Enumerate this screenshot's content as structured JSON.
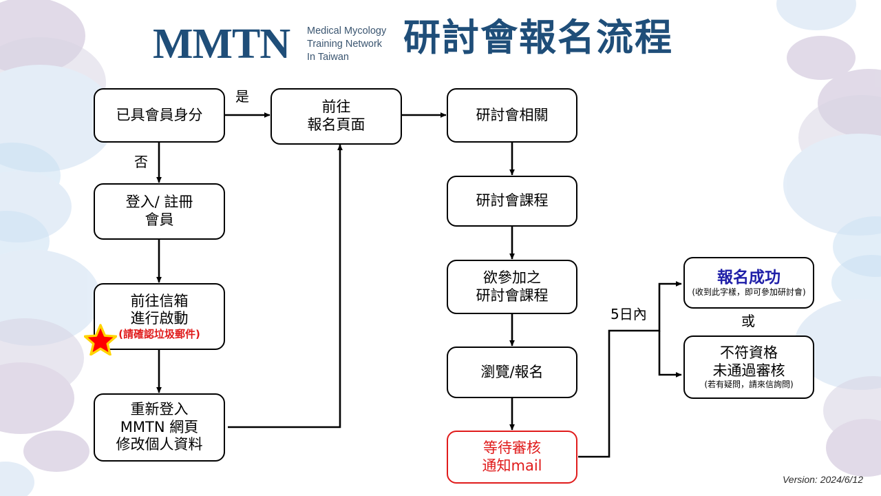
{
  "header": {
    "logo_mark": "MMTN",
    "logo_sub_lines": [
      "Medical Mycology",
      "Training Network",
      "In Taiwan"
    ],
    "logo_color": "#1f4e79",
    "title": "研討會報名流程",
    "title_color": "#1f4e79"
  },
  "footer": {
    "version": "Version: 2024/6/12"
  },
  "colors": {
    "box_border": "#000000",
    "pending_red": "#e01b1b",
    "success_blue": "#1f1fa8",
    "star_fill": "#ff0000",
    "star_stroke": "#ffd400",
    "blob_purple": "#c9bdd6",
    "blob_blue": "#cfe0f2"
  },
  "nodes": [
    {
      "id": "member-check",
      "lines": [
        "已具會員身分"
      ]
    },
    {
      "id": "register-login",
      "lines": [
        "登入/ 註冊",
        "會員"
      ]
    },
    {
      "id": "mailbox-activate",
      "lines": [
        "前往信箱",
        "進行啟動"
      ],
      "note": "(請確認垃圾郵件)"
    },
    {
      "id": "relogin-profile",
      "lines": [
        "重新登入",
        "MMTN 網頁",
        "修改個人資料"
      ]
    },
    {
      "id": "signup-page",
      "lines": [
        "前往",
        "報名頁面"
      ]
    },
    {
      "id": "seminar-info",
      "lines": [
        "研討會相關"
      ]
    },
    {
      "id": "seminar-course",
      "lines": [
        "研討會課程"
      ]
    },
    {
      "id": "chosen-course",
      "lines": [
        "欲參加之",
        "研討會課程"
      ]
    },
    {
      "id": "browse-signup",
      "lines": [
        "瀏覽/報名"
      ]
    },
    {
      "id": "await-review",
      "lines": [
        "等待審核",
        "通知mail"
      ],
      "state": "pending"
    },
    {
      "id": "signup-success",
      "title": "報名成功",
      "sub": "(收到此字樣，即可參加研討會)",
      "state": "success"
    },
    {
      "id": "not-qualified",
      "lines": [
        "不符資格",
        "未通過審核"
      ],
      "sub": "(若有疑問，請來信詢問)"
    }
  ],
  "edge_labels": {
    "yes": "是",
    "no": "否",
    "within_five_days": "5日內",
    "or": "或"
  },
  "icons": {
    "warning_star": "red-star-icon"
  }
}
